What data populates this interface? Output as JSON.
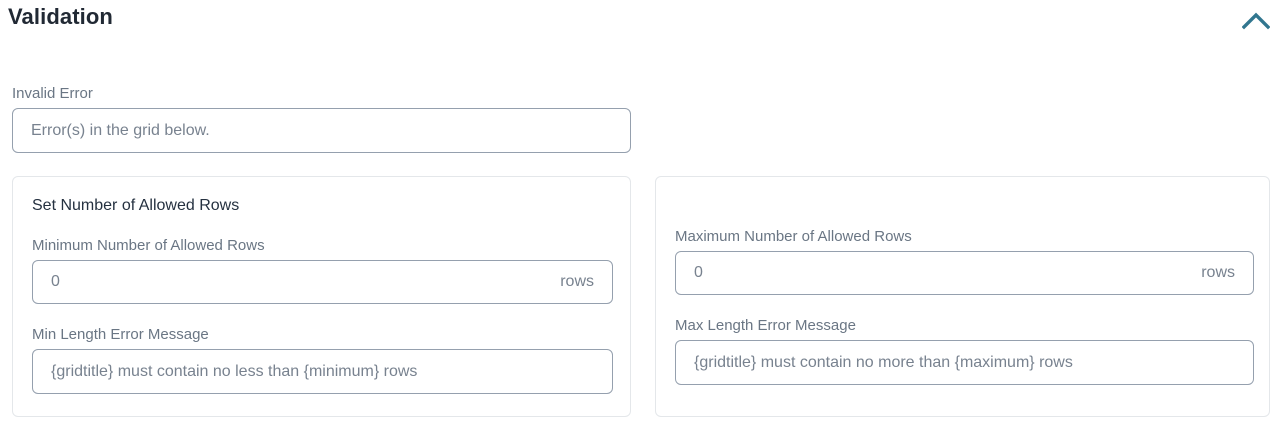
{
  "section": {
    "title": "Validation",
    "collapse_icon": "chevron-up-icon",
    "accent_color": "#31768f"
  },
  "invalid_error": {
    "label": "Invalid Error",
    "value": "Error(s) in the grid below."
  },
  "panels": {
    "left": {
      "title": "Set Number of Allowed Rows",
      "min_rows": {
        "label": "Minimum Number of Allowed Rows",
        "value": "0",
        "suffix": "rows"
      },
      "min_error": {
        "label": "Min Length Error Message",
        "value": "{gridtitle} must contain no less than {minimum} rows"
      }
    },
    "right": {
      "title": "",
      "max_rows": {
        "label": "Maximum Number of Allowed Rows",
        "value": "0",
        "suffix": "rows"
      },
      "max_error": {
        "label": "Max Length Error Message",
        "value": "{gridtitle} must contain no more than {maximum} rows"
      }
    }
  },
  "colors": {
    "heading": "#212934",
    "label": "#6a7684",
    "input_text": "#78828f",
    "input_border": "#95a0ae",
    "panel_border": "#e4e7ea",
    "accent": "#31768f"
  }
}
